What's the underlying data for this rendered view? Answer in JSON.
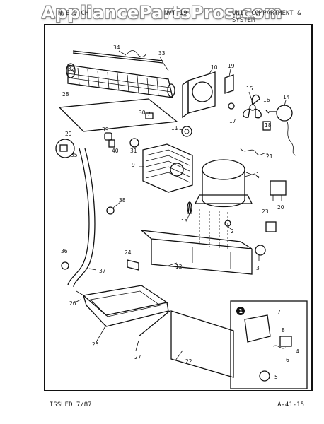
{
  "watermark": "AppliancePartsPros.com",
  "header": {
    "left": "N.E.D CH",
    "middle": "NVT-19",
    "right": "UNIT COMPARTMENT & SYSTEM"
  },
  "footer": {
    "issued": "ISSUED 7/87",
    "page": "A-41-15"
  },
  "inset": {
    "marker": "1",
    "callouts": [
      "7",
      "8",
      "4",
      "6",
      "5"
    ]
  },
  "callouts": [
    "34",
    "33",
    "32",
    "28",
    "10",
    "19",
    "15",
    "16",
    "14",
    "17",
    "18",
    "29",
    "30",
    "11",
    "31",
    "39",
    "40",
    "35",
    "21",
    "9",
    "1",
    "20",
    "38",
    "13",
    "2",
    "23",
    "24",
    "36",
    "37",
    "12",
    "3",
    "26",
    "25",
    "27",
    "22"
  ]
}
